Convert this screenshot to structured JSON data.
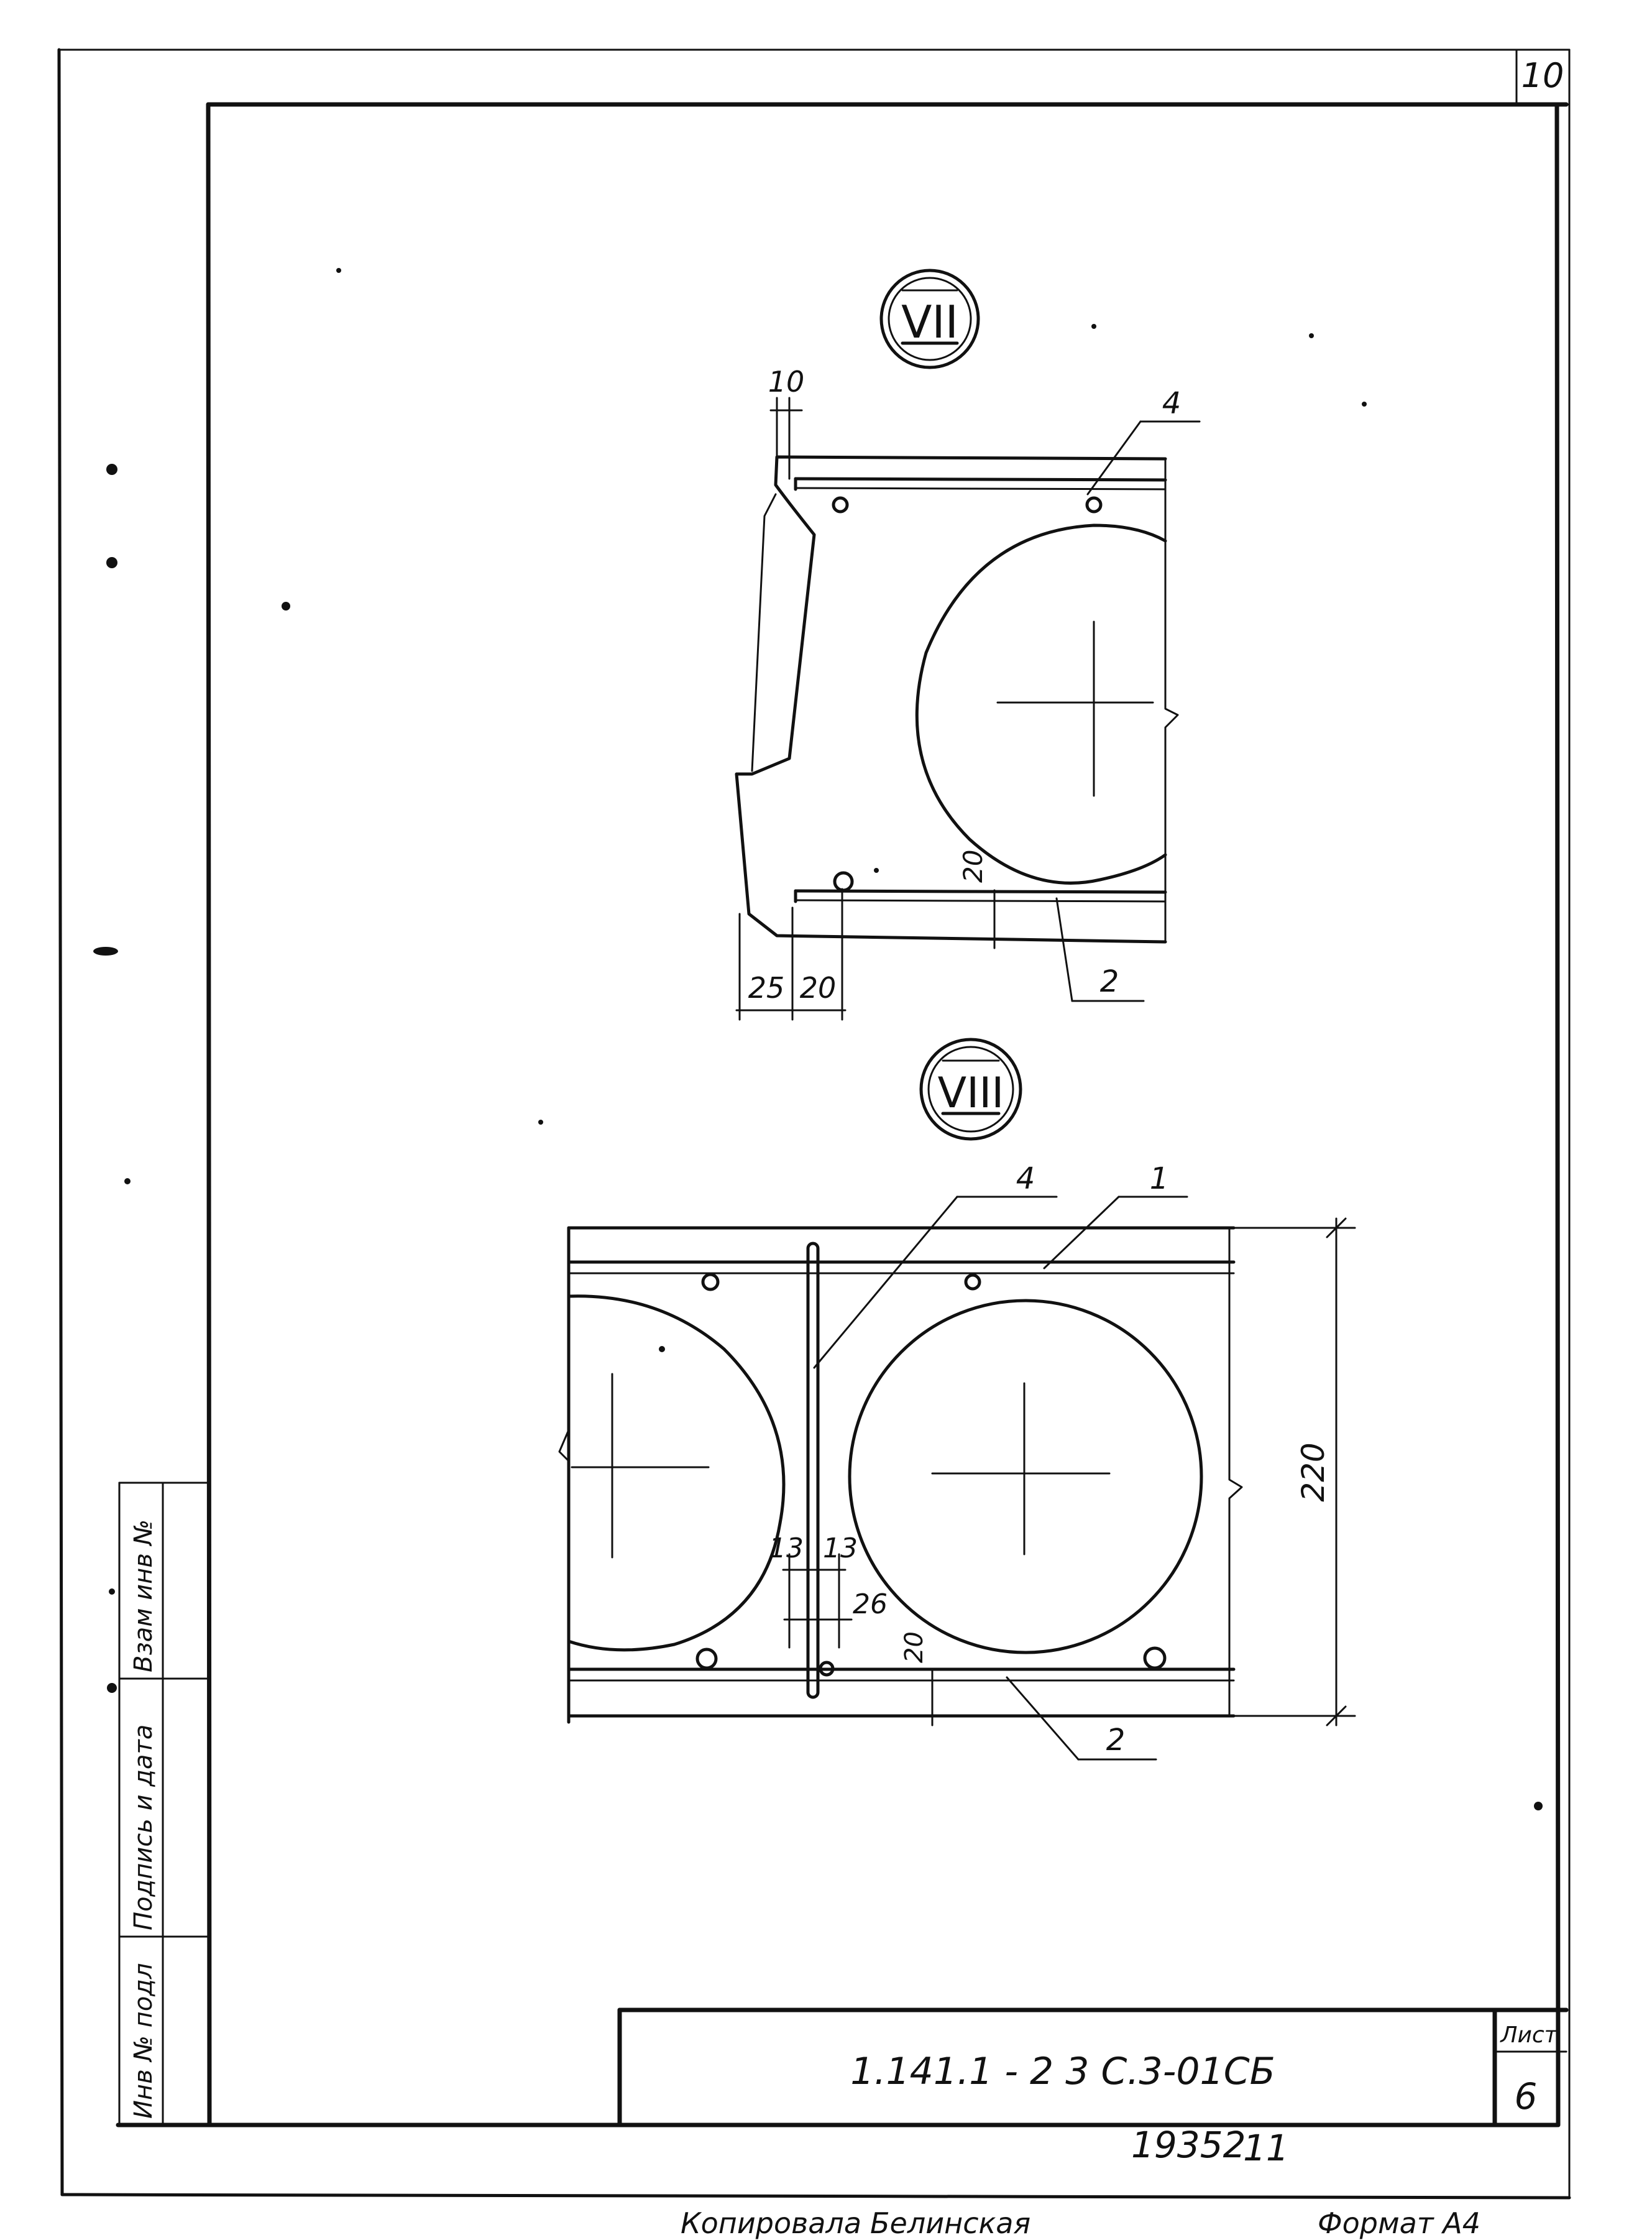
{
  "sheet_corner_number": "10",
  "detail_vii": {
    "marker": "VII",
    "callouts": {
      "top": "4",
      "bottom": "2"
    },
    "dimensions": {
      "gap_top": "10",
      "edge_left": "25",
      "hole_offset": "20",
      "cover": "20"
    }
  },
  "detail_viii": {
    "marker": "VIII",
    "callouts": {
      "rod": "4",
      "top": "1",
      "bottom": "2"
    },
    "dimensions": {
      "height": "220",
      "left_half": "13",
      "right_half": "13",
      "total": "26",
      "cover": "20"
    }
  },
  "side_stamp": {
    "columns": [
      "Взам инв №",
      "Подпись и дата",
      "Инв № подл"
    ]
  },
  "title_block": {
    "document_code": "1.141.1 - 2 3 С.3-01СБ",
    "sheet_label": "Лист",
    "sheet_number": "6"
  },
  "footer": {
    "archive_number": "19352",
    "copy_number": "11",
    "copied_by": "Копировала",
    "copier_name": "Белинская",
    "format_label": "Формат А4"
  }
}
